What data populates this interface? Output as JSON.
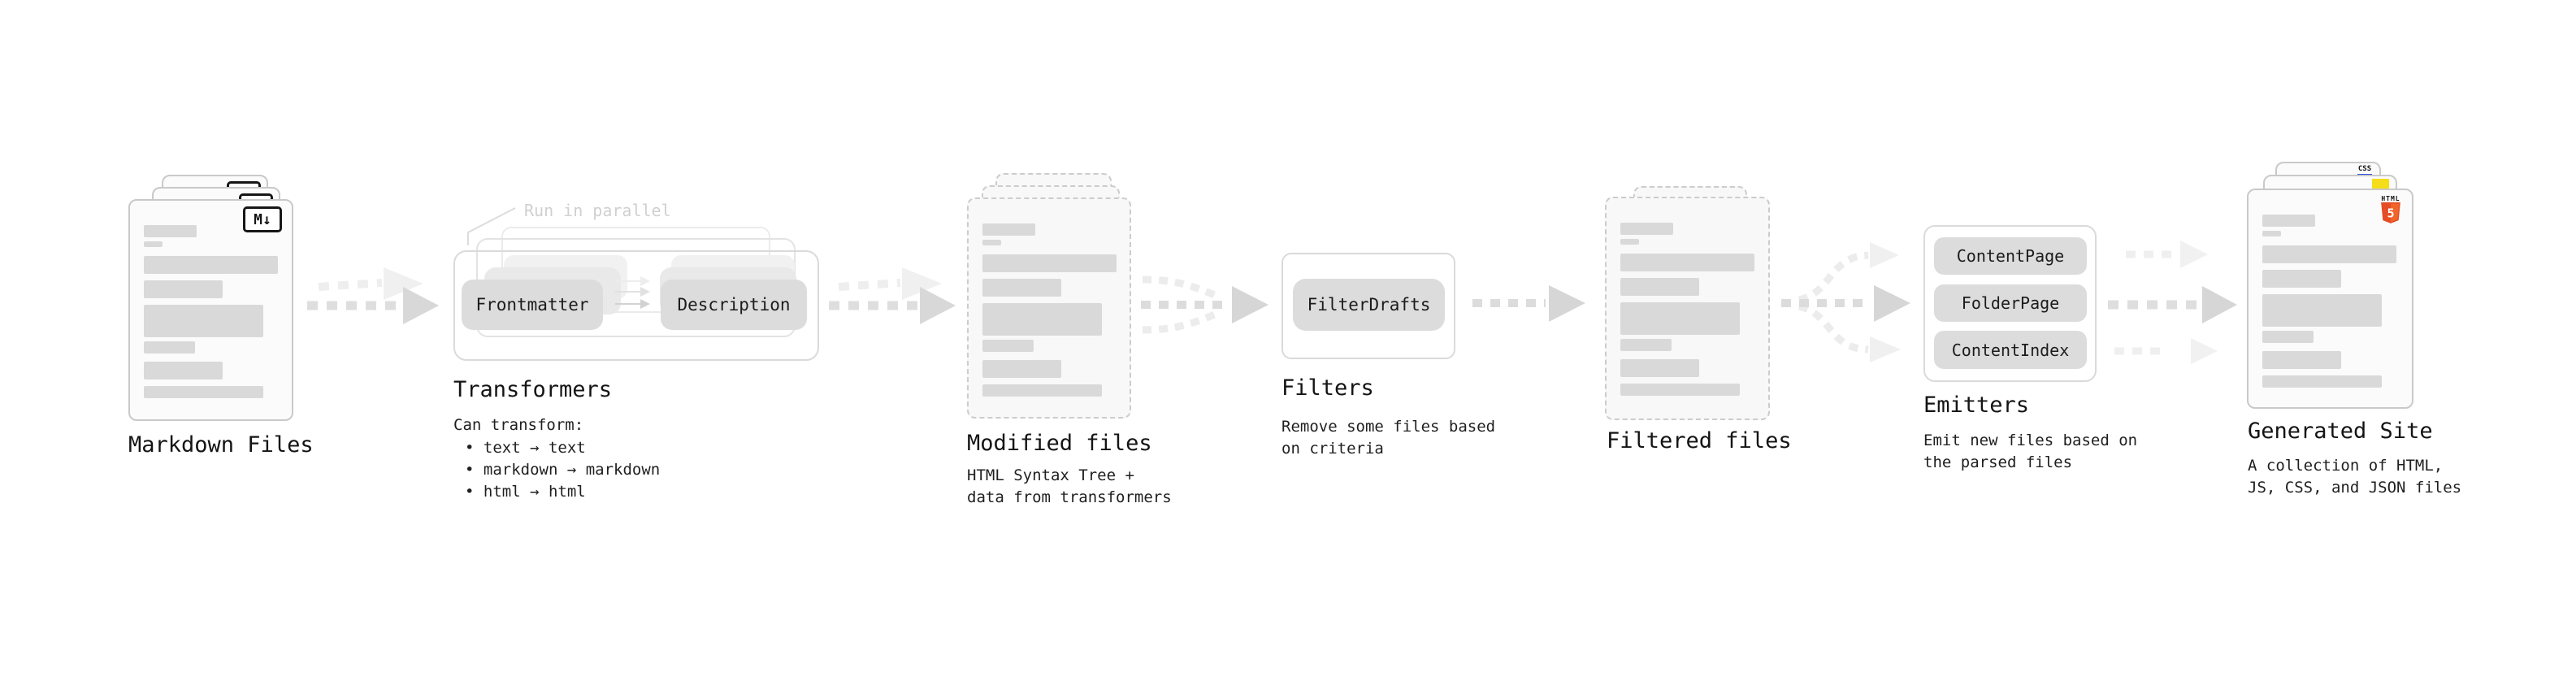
{
  "sections": {
    "markdown_files": {
      "label": "Markdown Files",
      "icon": "M↓"
    },
    "transformers": {
      "annotation": "Run in parallel",
      "pill_left": "Frontmatter",
      "pill_right": "Description",
      "label": "Transformers",
      "description": "Can transform:",
      "bullets": [
        "text → text",
        "markdown → markdown",
        "html → html"
      ]
    },
    "modified_files": {
      "label": "Modified files",
      "description": "HTML Syntax Tree +\ndata from transformers"
    },
    "filters": {
      "pill": "FilterDrafts",
      "label": "Filters",
      "description": "Remove some files based\non criteria"
    },
    "filtered_files": {
      "label": "Filtered files"
    },
    "emitters": {
      "pills": [
        "ContentPage",
        "FolderPage",
        "ContentIndex"
      ],
      "label": "Emitters",
      "description": "Emit new files based on\nthe parsed files"
    },
    "generated_site": {
      "label": "Generated Site",
      "description": "A collection of HTML,\nJS, CSS, and JSON files",
      "css_badge": "CSS",
      "html_badge_label": "HTML",
      "html_badge_number": "5"
    }
  },
  "colors": {
    "js_yellow": "#f5de19",
    "css_blue": "#2c53e1",
    "html5_orange": "#e44d26",
    "html5_orange_light": "#f16529",
    "bar_gray": "#d9d9d9",
    "pill_gray": "#dcdcdc"
  }
}
